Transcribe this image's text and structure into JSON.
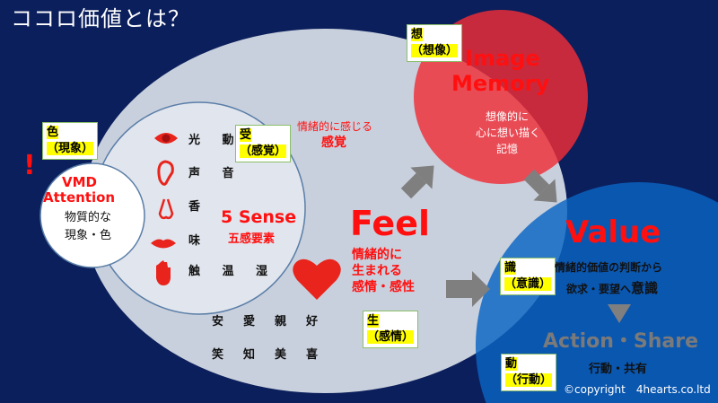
{
  "title": "ココロ価値とは？",
  "labels": {
    "iro": {
      "k": "色",
      "sub": "（現象）"
    },
    "uke": {
      "k": "受",
      "sub": "（感覚）"
    },
    "sou": {
      "k": "想",
      "sub": "（想像）"
    },
    "sei": {
      "k": "生",
      "sub": "（感情）"
    },
    "shiki": {
      "k": "識",
      "sub": "（意識）"
    },
    "dou": {
      "k": "動",
      "sub": "（行動）"
    }
  },
  "vmd": {
    "exclaim": "!",
    "line1": "VMD",
    "line2": "Attention",
    "desc1": "物質的な",
    "desc2": "現象・色"
  },
  "senses": {
    "rows": [
      "光 動",
      "声 音",
      "香",
      "味",
      "触 温 湿"
    ],
    "title": "5 Sense",
    "sub": "五感要素",
    "kankaku1": "情緒的に感じる",
    "kankaku2": "感覚"
  },
  "feel": {
    "title": "Feel",
    "d1": "情緒的に",
    "d2": "生まれる",
    "d3": "感情・感性",
    "row1": [
      "安",
      "愛",
      "親",
      "好"
    ],
    "row2": [
      "笑",
      "知",
      "美",
      "喜"
    ]
  },
  "image": {
    "t1": "Image",
    "t2": "Memory",
    "d1": "想像的に",
    "d2": "心に想い描く",
    "d3": "記憶"
  },
  "value": {
    "title": "Value",
    "d1": "情緒的価値の判断から",
    "d2": "欲求・要望へ",
    "d2b": "意識",
    "action": "Action・Share",
    "action_sub": "行動・共有"
  },
  "copyright": "©copyright　4hearts.co.ltd",
  "colors": {
    "bg": "#0b1f5c",
    "accent": "#ff1010",
    "highlight": "#ffff00"
  }
}
